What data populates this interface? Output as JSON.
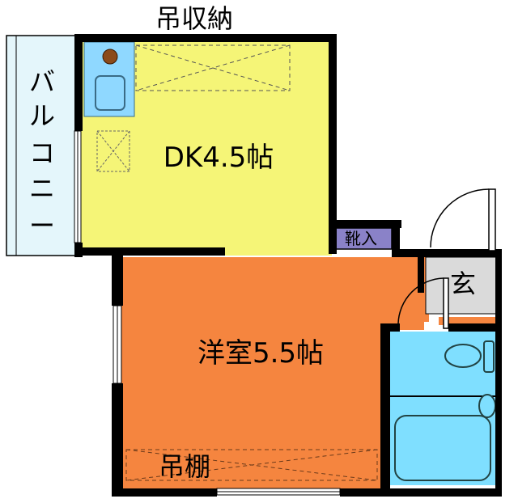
{
  "labels": {
    "top_storage": "吊収納",
    "balcony_chars": [
      "バ",
      "ル",
      "コ",
      "ニ",
      "ー"
    ],
    "dk": "DK4.5帖",
    "shoe_box": "靴入",
    "entrance": "玄",
    "western_room": "洋室5.5帖",
    "hanging_shelf": "吊棚"
  },
  "colors": {
    "dk_floor": "#f5f577",
    "western_floor": "#f5853f",
    "bath_floor": "#7fdfff",
    "balcony": "#e4f6fb",
    "entrance": "#dadada",
    "shoe_box": "#8a82c8",
    "kitchen": "#8fd8ff",
    "wall": "#000000"
  }
}
